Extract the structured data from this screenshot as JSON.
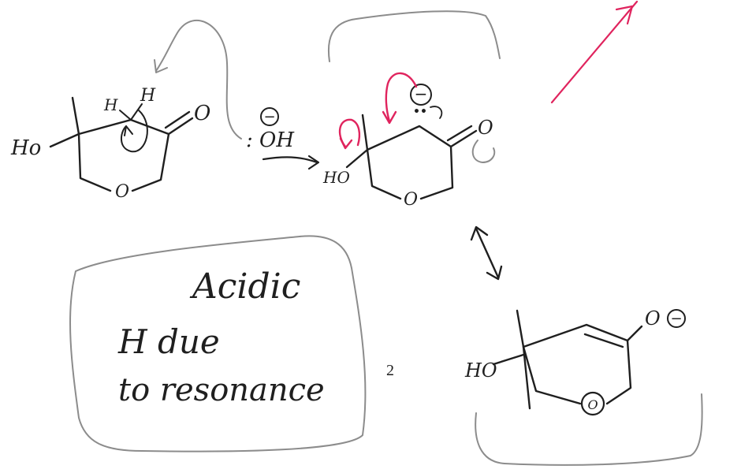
{
  "colors": {
    "ink": "#1f1f1f",
    "pencil": "#8c8c8c",
    "accent": "#e0245e"
  },
  "reactant": {
    "ho_label": "Ho",
    "h_label_1": "H",
    "h_label_2": "H",
    "carbonyl_o": "O",
    "ring_o": "O"
  },
  "reagent": {
    "minus_symbol": "−",
    "label": ": OH"
  },
  "enolate_a": {
    "ho_label": "HO",
    "minus_symbol": "−",
    "lone_pair": "••",
    "carbonyl_o": "O",
    "ring_o": "O"
  },
  "enolate_b": {
    "ho_label": "HO",
    "oxygen_label": "O",
    "minus_symbol": "−",
    "ring_o": "O"
  },
  "note": {
    "line1": "Acidic",
    "line2": "H  due",
    "line3": "to  resonance"
  },
  "page_number": "2",
  "icons": [
    "resonance-arrow-icon",
    "curved-arrow-icon",
    "reaction-arrow-icon"
  ]
}
